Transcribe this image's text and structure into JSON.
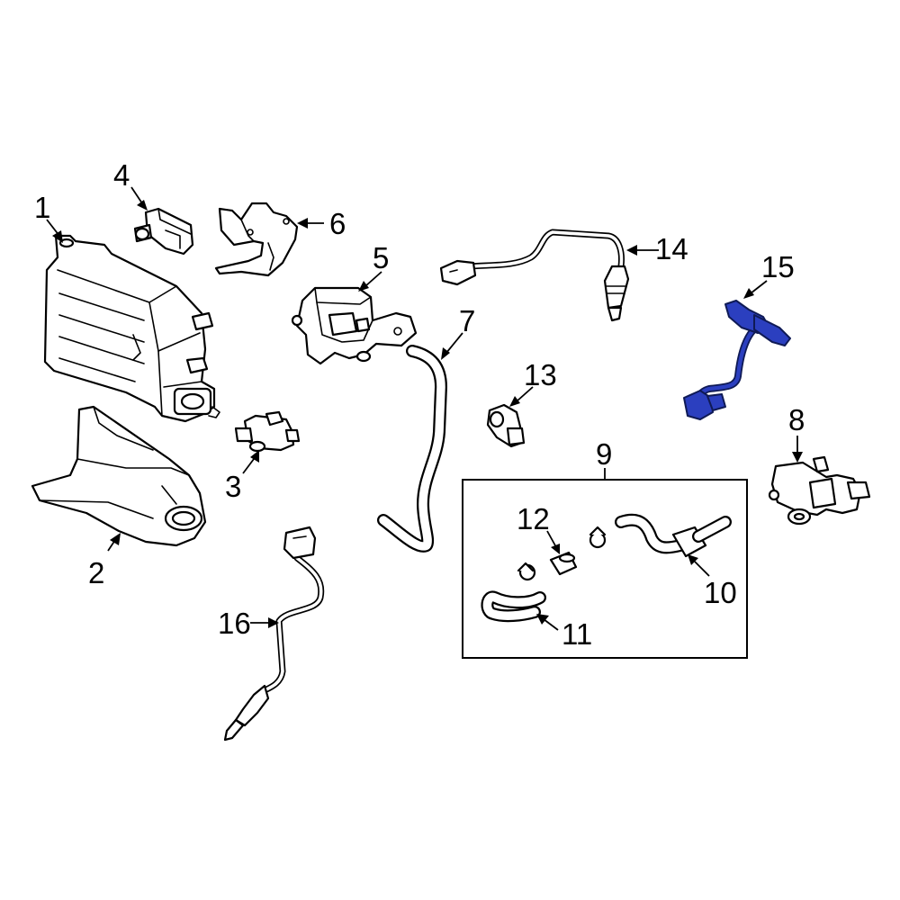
{
  "highlight_color": "#2b3fbf",
  "callouts": {
    "c1": "1",
    "c2": "2",
    "c3": "3",
    "c4": "4",
    "c5": "5",
    "c6": "6",
    "c7": "7",
    "c8": "8",
    "c9": "9",
    "c10": "10",
    "c11": "11",
    "c12": "12",
    "c13": "13",
    "c14": "14",
    "c15": "15",
    "c16": "16"
  },
  "highlighted_part": "15"
}
